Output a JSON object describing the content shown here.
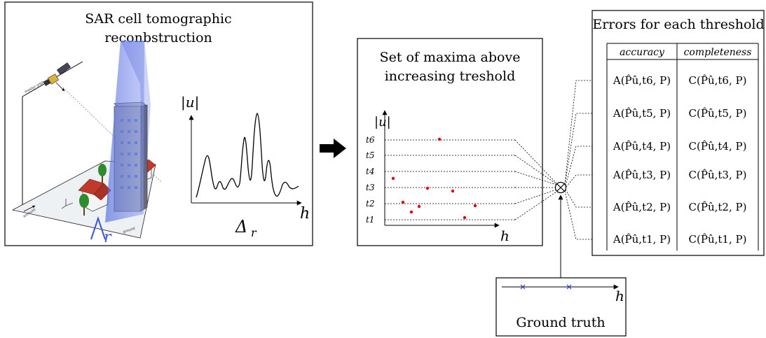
{
  "sar_panel": {
    "title_line1": "SAR cell tomographic",
    "title_line2": "reconbstruction",
    "profile_ylabel": "|u|",
    "profile_xlabel": "h",
    "delta_label": "Δ",
    "delta_sub": "r",
    "cone_label": "Δ",
    "cone_sub": "r",
    "scene_label_orbit": "master orbit",
    "scene_label_ground": "ground",
    "scene_label_azimuth": "azimuth"
  },
  "maxima_panel": {
    "title_line1": "Set of maxima above",
    "title_line2": "increasing treshold",
    "ylabel": "|u|",
    "xlabel": "h",
    "thresholds": [
      "t6",
      "t5",
      "t4",
      "t3",
      "t2",
      "t1"
    ]
  },
  "errors_panel": {
    "title": "Errors for each threshold",
    "columns": [
      "accuracy",
      "completeness"
    ],
    "rows": [
      {
        "accuracy": "A(P̂û,t6, P)",
        "completeness": "C(P̂û,t6, P)"
      },
      {
        "accuracy": "A(P̂û,t5, P)",
        "completeness": "C(P̂û,t5, P)"
      },
      {
        "accuracy": "A(P̂û,t4, P)",
        "completeness": "C(P̂û,t4, P)"
      },
      {
        "accuracy": "A(P̂û,t3, P)",
        "completeness": "C(P̂û,t3, P)"
      },
      {
        "accuracy": "A(P̂û,t2, P)",
        "completeness": "C(P̂û,t2, P)"
      },
      {
        "accuracy": "A(P̂û,t1, P)",
        "completeness": "C(P̂û,t1, P)"
      }
    ]
  },
  "ground_truth_panel": {
    "label": "Ground truth",
    "xlabel": "h"
  },
  "combiner_symbol": "⊗",
  "colors": {
    "maxima_points": "#e00000",
    "ground_truth_marks": "#2a3fd0",
    "beam": "#6f82e6",
    "building": "#8a8a8a",
    "roof": "#c0392b",
    "tree": "#2e8b2e"
  }
}
